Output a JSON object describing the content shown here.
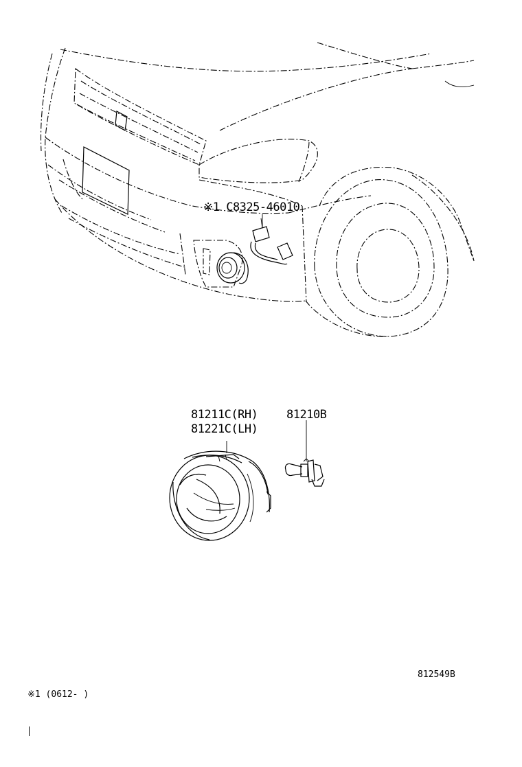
{
  "labels": {
    "harness": "※1 C8325-46010",
    "fog_lamp_rh": "81211C(RH)",
    "fog_lamp_lh": "81221C(LH)",
    "bulb": "81210B",
    "figure_id": "812549B",
    "footnote": "※1 (0612-     )"
  }
}
